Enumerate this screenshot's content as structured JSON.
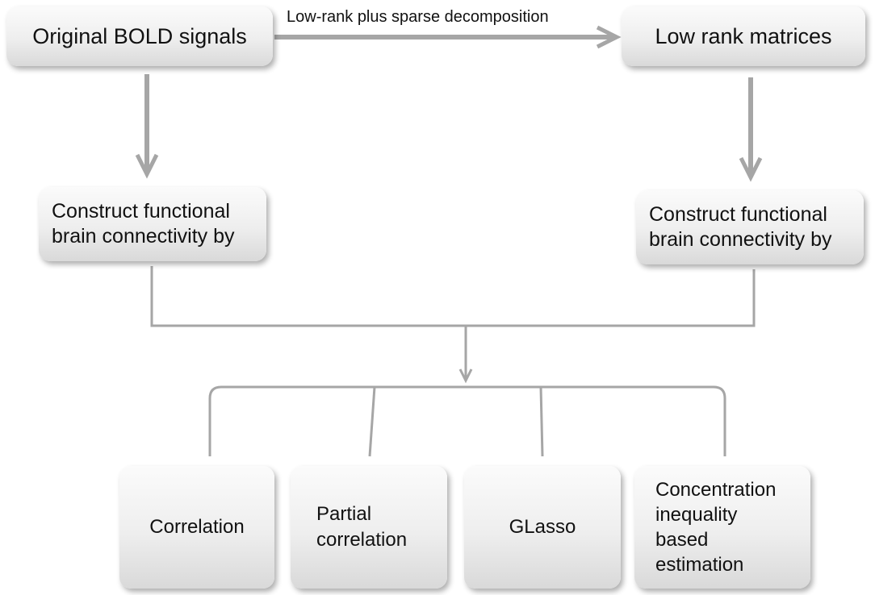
{
  "nodes": {
    "original": "Original BOLD signals",
    "low_rank": "Low rank matrices",
    "construct_left": [
      "Construct functional",
      "brain connectivity by"
    ],
    "construct_right": [
      "Construct functional",
      "brain connectivity by"
    ],
    "correlation": "Correlation",
    "partial_correlation": [
      "Partial",
      "correlation"
    ],
    "glasso": "GLasso",
    "concentration": [
      "Concentration",
      "inequality",
      "based",
      "estimation"
    ]
  },
  "edge_label": "Low-rank plus sparse decomposition",
  "colors": {
    "connector": "#a6a6a6",
    "node_fill_top": "#fbfbfb",
    "node_fill_bottom": "#d9d9d9",
    "text": "#111111"
  }
}
